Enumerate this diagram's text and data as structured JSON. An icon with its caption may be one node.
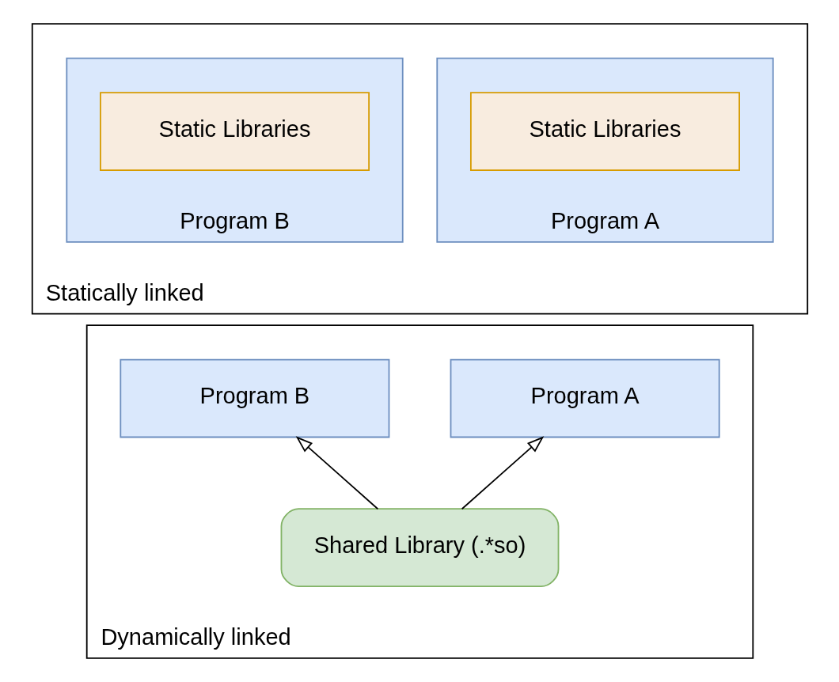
{
  "diagram": {
    "nodes": [
      {
        "text": [
          "Statically linked"
        ]
      },
      {
        "text": [
          "Program A"
        ],
        "in": 0
      },
      {
        "text": [
          "Static Libraries"
        ],
        "in": 1
      },
      {
        "text": [
          "Program B"
        ],
        "in": 0
      },
      {
        "text": [
          "Static Libraries"
        ],
        "in": 3
      },
      {
        "text": [
          "Dynamically linked"
        ]
      },
      {
        "text": [
          "Program A"
        ],
        "in": 5
      },
      {
        "text": [
          "Program B"
        ],
        "in": 5
      },
      {
        "text": [
          "Shared Library (.*so)"
        ],
        "in": 5
      }
    ],
    "edges": [
      {
        "from": 8,
        "to": 6,
        "arrow": "to"
      },
      {
        "from": 8,
        "to": 7,
        "arrow": "to"
      }
    ]
  }
}
